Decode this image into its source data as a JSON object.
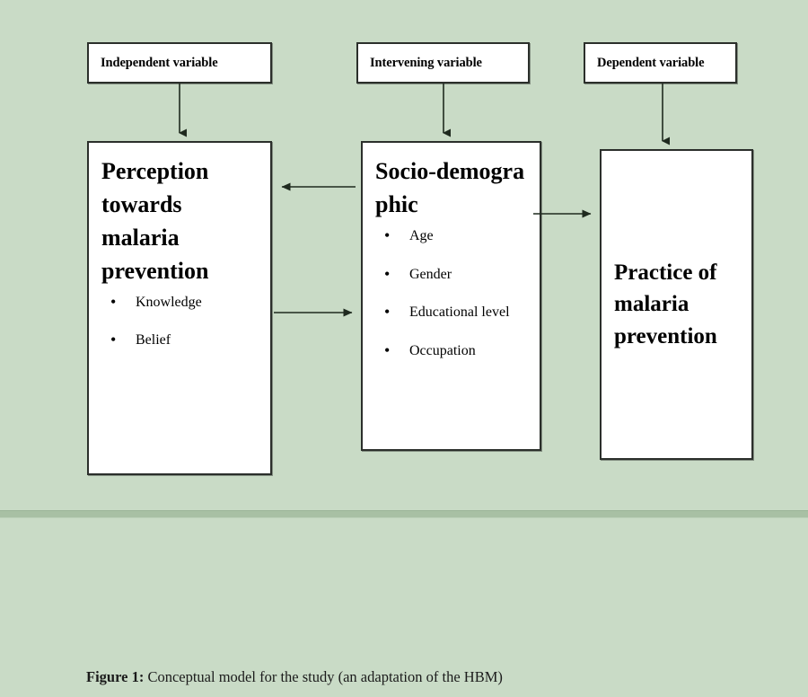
{
  "figure": {
    "background_color": "#c9dbc6",
    "box_fill": "#ffffff",
    "box_border_color": "#2b2f2b",
    "arrow_color": "#1f2a1f",
    "divider_color": "#a8c0a4"
  },
  "labels": {
    "independent": "Independent variable",
    "intervening": "Intervening variable",
    "dependent": "Dependent variable"
  },
  "boxes": {
    "perception": {
      "title": "Perception towards malaria prevention",
      "bullets": [
        "Knowledge",
        "Belief"
      ]
    },
    "sociodemographic": {
      "title": "Socio-demographic",
      "bullets": [
        "Age",
        "Gender",
        "Educational level",
        "Occupation"
      ]
    },
    "practice": {
      "title": "Practice of malaria prevention",
      "bullets": []
    }
  },
  "arrows": [
    {
      "name": "independent-label-to-perception",
      "direction": "down",
      "from": "Independent variable",
      "to": "Perception towards malaria prevention"
    },
    {
      "name": "intervening-label-to-sociodemographic",
      "direction": "down",
      "from": "Intervening variable",
      "to": "Socio-demographic"
    },
    {
      "name": "dependent-label-to-practice",
      "direction": "down",
      "from": "Dependent variable",
      "to": "Practice of malaria prevention"
    },
    {
      "name": "sociodemographic-to-perception",
      "direction": "left",
      "from": "Socio-demographic",
      "to": "Perception towards malaria prevention"
    },
    {
      "name": "perception-to-sociodemographic",
      "direction": "right",
      "from": "Perception towards malaria prevention",
      "to": "Socio-demographic"
    },
    {
      "name": "sociodemographic-to-practice",
      "direction": "right",
      "from": "Socio-demographic",
      "to": "Practice of malaria prevention"
    }
  ],
  "caption": {
    "label": "Figure 1:",
    "text": " Conceptual model for the study (an adaptation of the HBM)"
  }
}
